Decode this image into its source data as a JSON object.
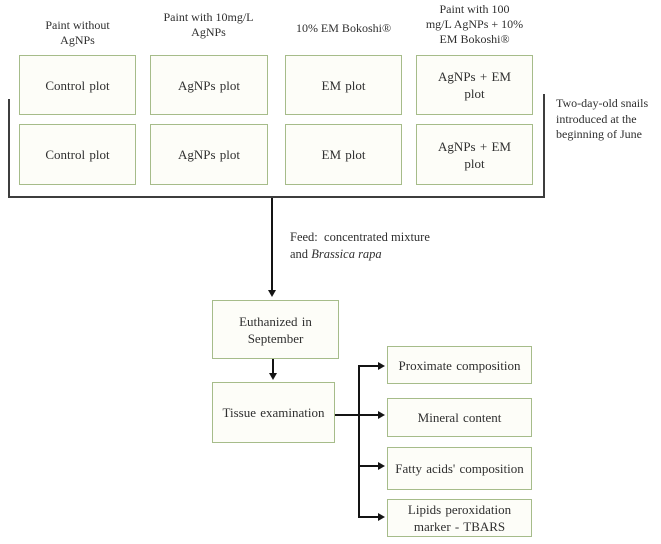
{
  "colors": {
    "box-border": "#a6bc8a",
    "box-fill": "#fdfdf8",
    "bracket-line": "#3d3d3d",
    "arrow-line": "#141414",
    "text": "#2f2f2f"
  },
  "grid": {
    "columns": [
      {
        "header_lines": [
          "Paint without",
          "AgNPs"
        ],
        "plot_label": "Control plot"
      },
      {
        "header_lines": [
          "Paint with 10mg/L",
          "AgNPs"
        ],
        "plot_label": "AgNPs plot"
      },
      {
        "header_lines": [
          "10% EM Bokoshi®"
        ],
        "plot_label": "EM plot"
      },
      {
        "header_lines": [
          "Paint with 100",
          "mg/L AgNPs + 10%",
          "EM Bokoshi®"
        ],
        "plot_label": "AgNPs + EM plot"
      }
    ]
  },
  "side_note": {
    "lines": [
      "Two-day-old snails",
      "introduced at the",
      "beginning of June"
    ]
  },
  "feed_note": {
    "line1": "Feed:  concentrated mixture",
    "line2_prefix": "and ",
    "line2_species": "Brassica rapa"
  },
  "flow": {
    "euthanized_label": "Euthanized in September",
    "tissue_label": "Tissue examination"
  },
  "results": [
    {
      "label": "Proximate composition"
    },
    {
      "label": "Mineral content"
    },
    {
      "label": "Fatty acids' composition"
    },
    {
      "label": "Lipids peroxidation marker - TBARS"
    }
  ]
}
